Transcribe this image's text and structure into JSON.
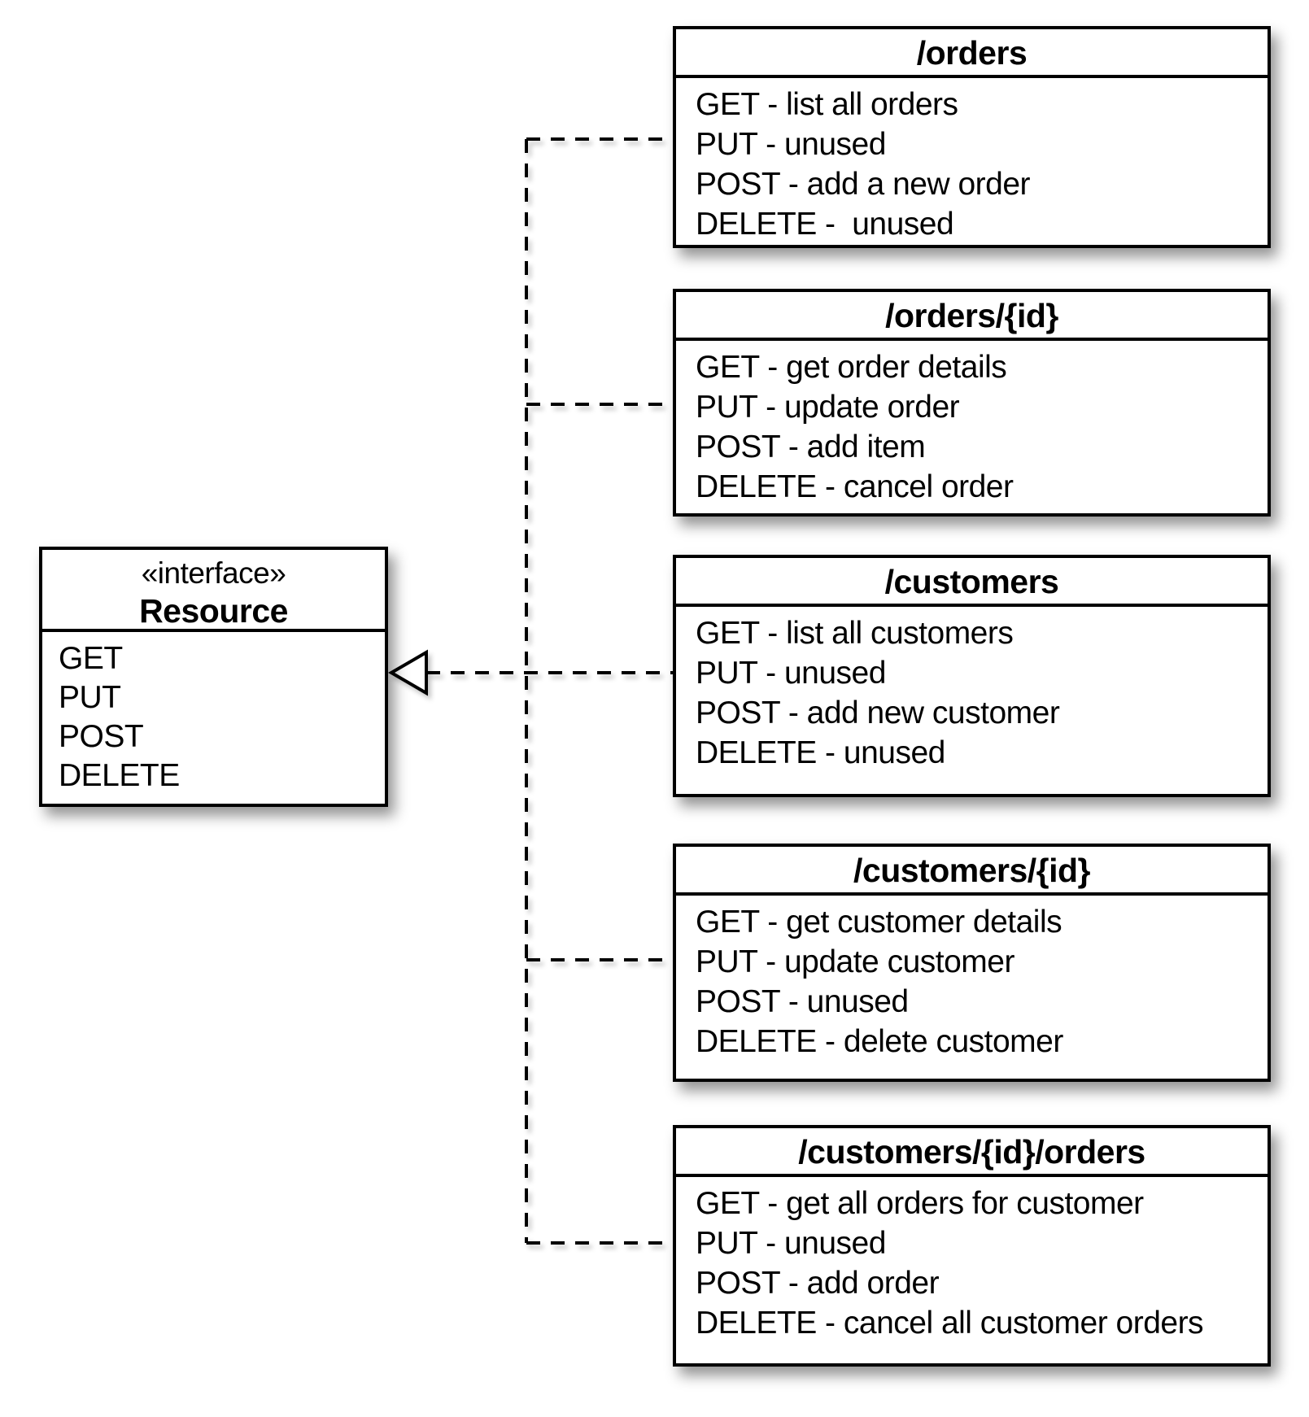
{
  "diagram": {
    "interface_box": {
      "stereotype": "«interface»",
      "name": "Resource",
      "methods": [
        "GET",
        "PUT",
        "POST",
        "DELETE"
      ]
    },
    "resource_boxes": [
      {
        "title": "/orders",
        "rows": [
          "GET - list all orders",
          "PUT - unused",
          "POST - add a new order",
          "DELETE -  unused"
        ]
      },
      {
        "title": "/orders/{id}",
        "rows": [
          "GET - get order details",
          "PUT - update order",
          "POST - add item",
          "DELETE - cancel order"
        ]
      },
      {
        "title": "/customers",
        "rows": [
          "GET - list all customers",
          "PUT - unused",
          "POST - add new customer",
          "DELETE - unused"
        ]
      },
      {
        "title": "/customers/{id}",
        "rows": [
          "GET - get customer details",
          "PUT - update customer",
          "POST - unused",
          "DELETE - delete customer"
        ]
      },
      {
        "title": "/customers/{id}/orders",
        "rows": [
          "GET - get all orders for customer",
          "PUT - unused",
          "POST - add order",
          "DELETE - cancel all customer orders"
        ]
      }
    ],
    "relationship": "realization",
    "colors": {
      "stroke": "#000000",
      "fill": "#ffffff",
      "background": "#ffffff"
    }
  }
}
